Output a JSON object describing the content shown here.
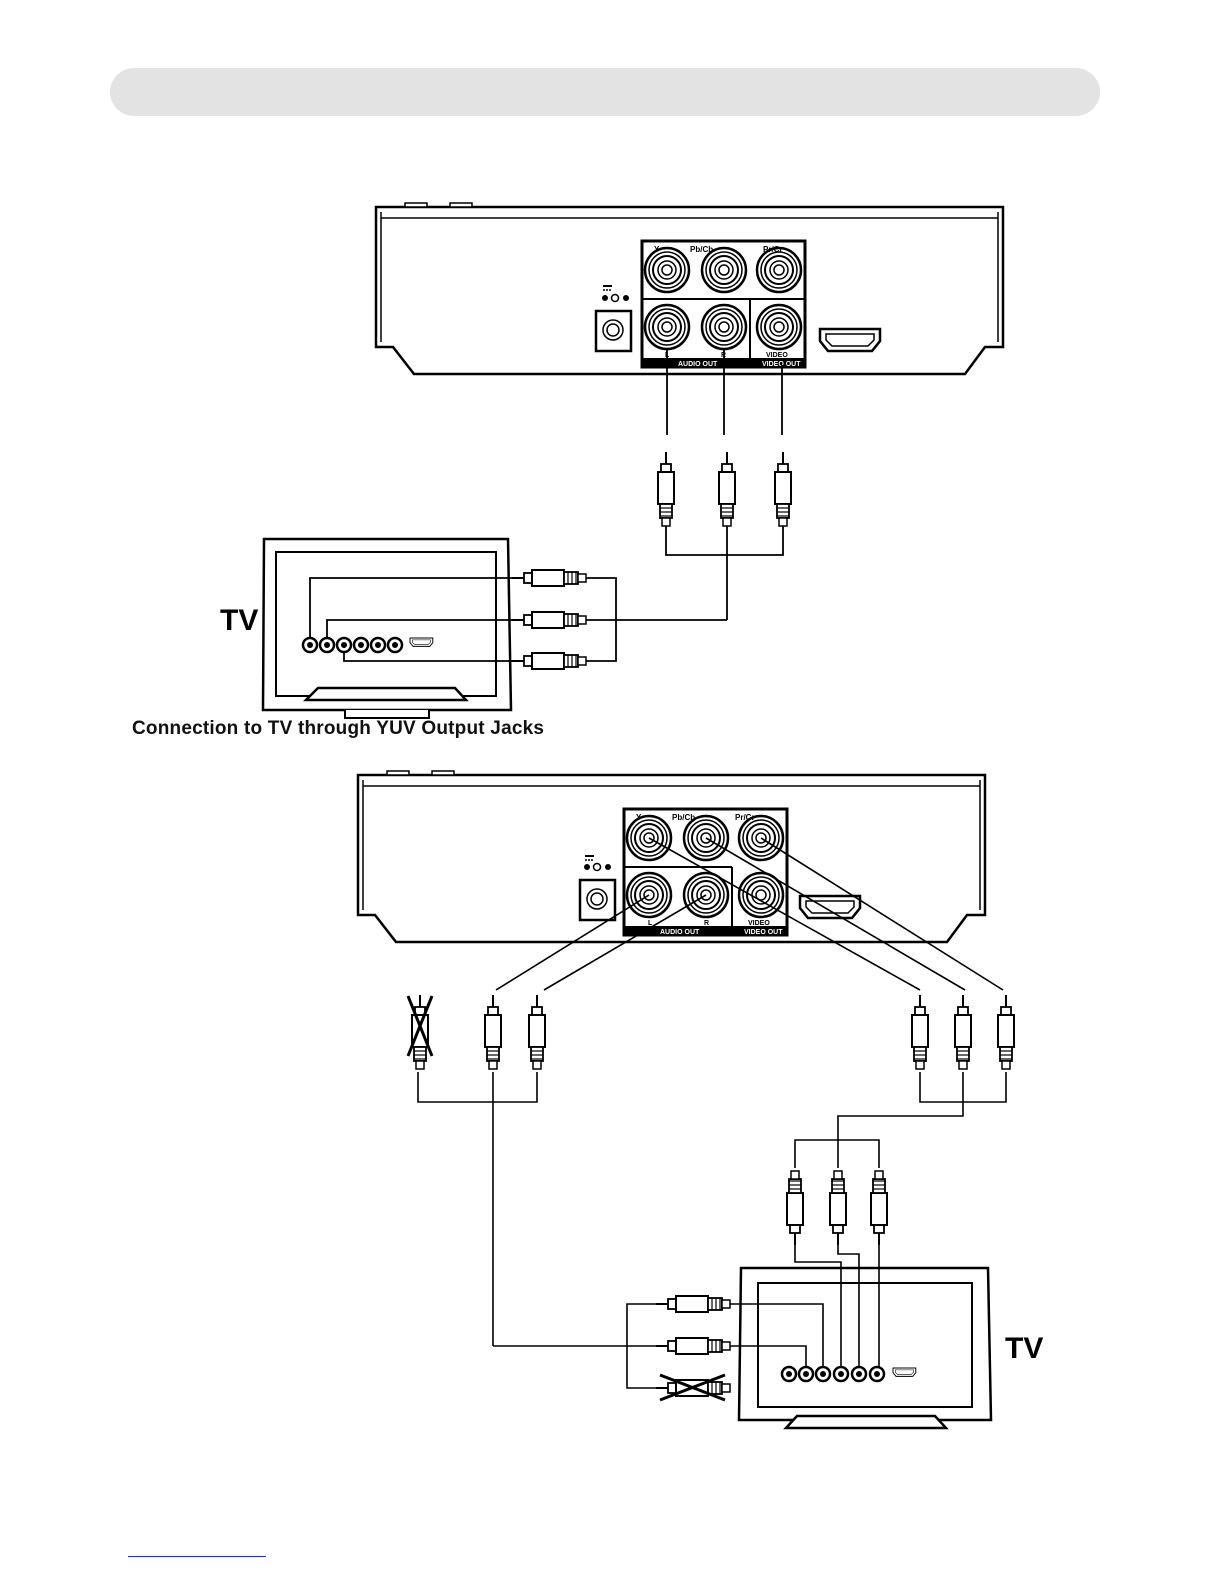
{
  "caption": "Connection to TV through YUV Output Jacks",
  "tv_label": "TV",
  "player": {
    "y_label": "Y",
    "pb_label": "Pb/Cb",
    "pr_label": "Pr/Cr",
    "l_label": "L",
    "r_label": "R",
    "video_label": "VIDEO",
    "audio_out_label": "AUDIO OUT",
    "video_out_label": "VIDEO OUT"
  },
  "colors": {
    "header_bar": "#e3e3e3",
    "line": "#000000",
    "footer_line": "#2b2bd6"
  }
}
